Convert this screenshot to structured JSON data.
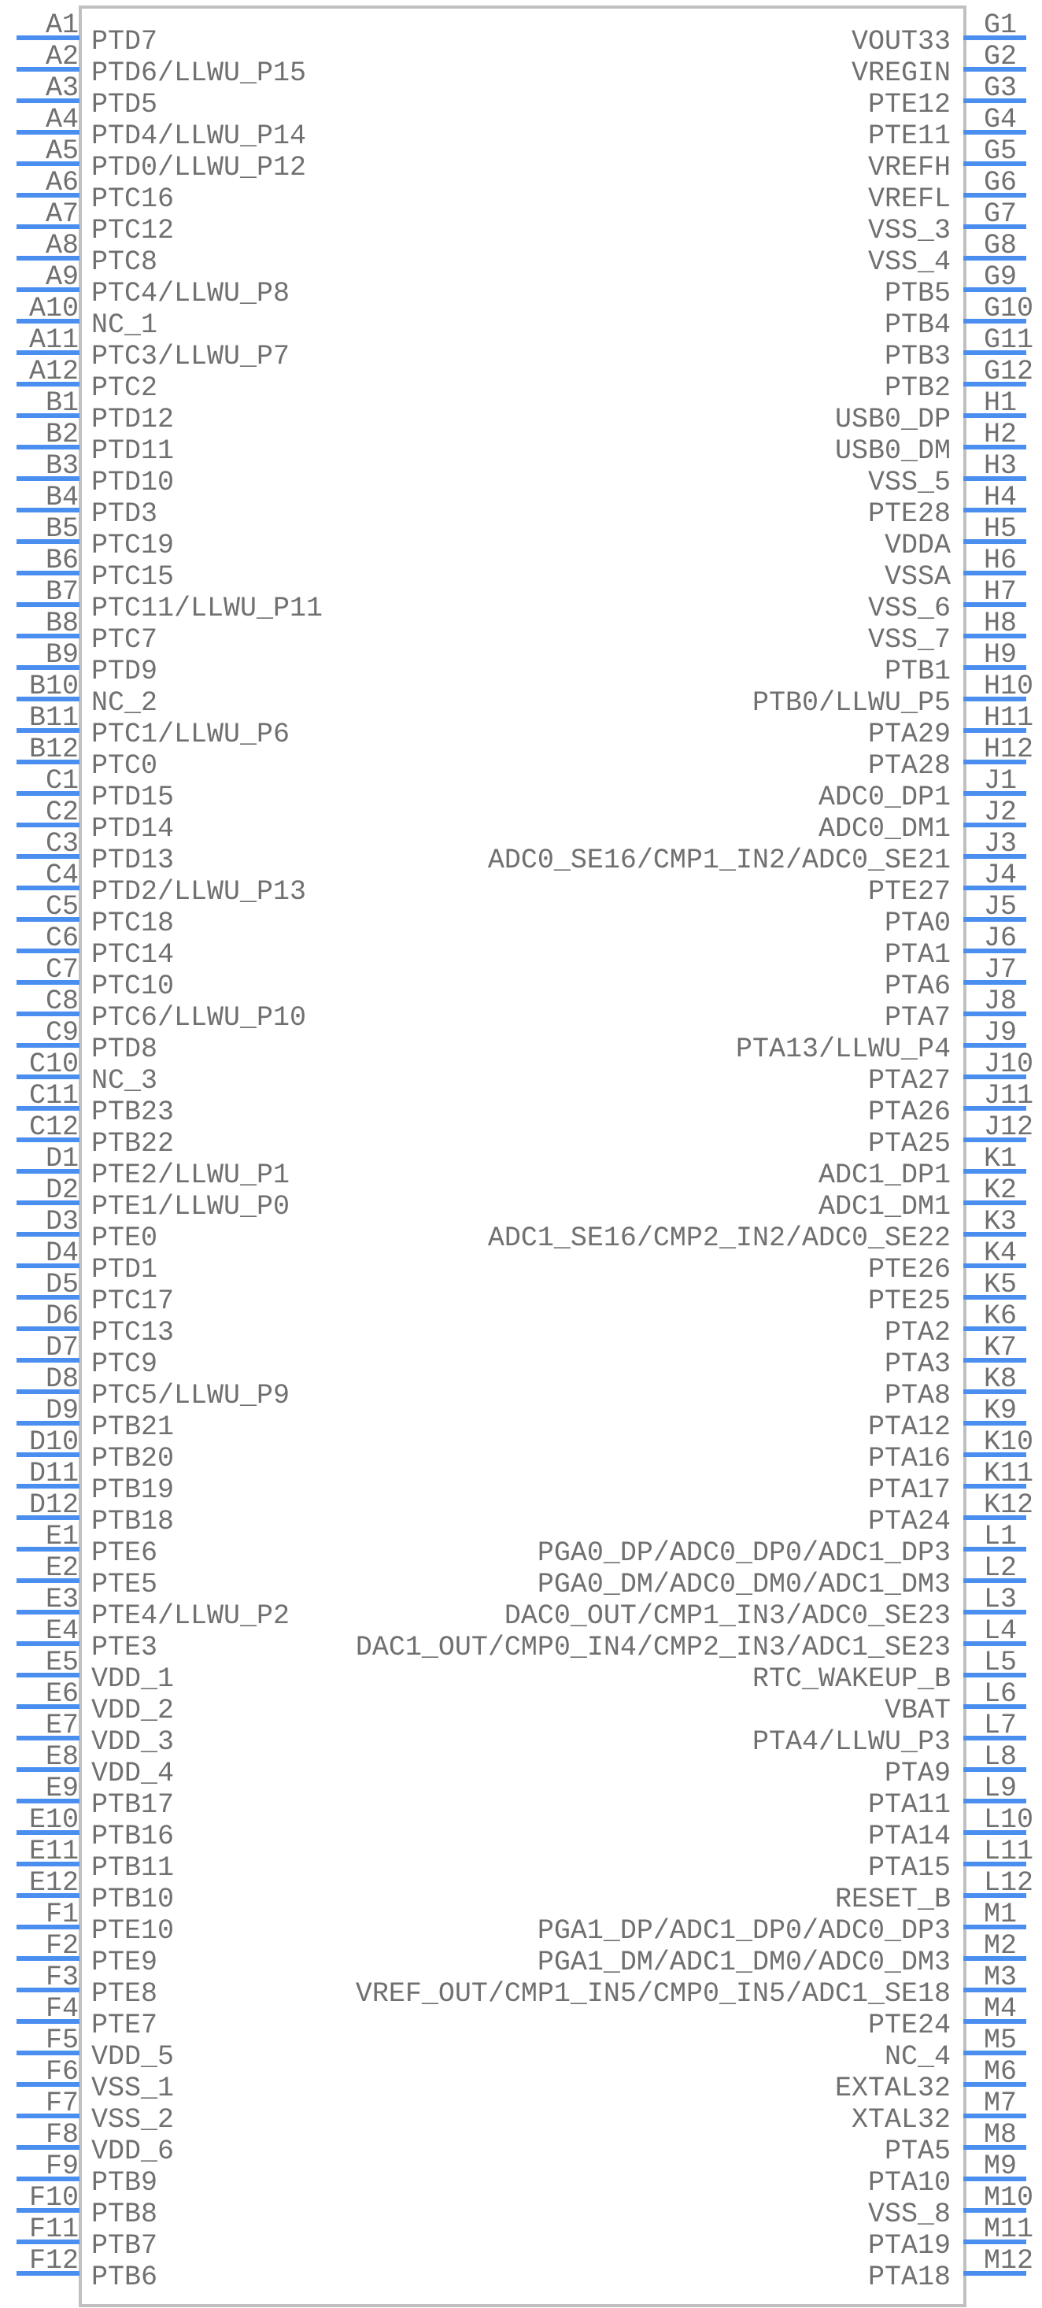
{
  "colors": {
    "pin_line": "#4a8ef0",
    "outline": "#c0c0c0",
    "text": "#707070"
  },
  "left_pins": [
    [
      "A1",
      "PTD7"
    ],
    [
      "A2",
      "PTD6/LLWU_P15"
    ],
    [
      "A3",
      "PTD5"
    ],
    [
      "A4",
      "PTD4/LLWU_P14"
    ],
    [
      "A5",
      "PTD0/LLWU_P12"
    ],
    [
      "A6",
      "PTC16"
    ],
    [
      "A7",
      "PTC12"
    ],
    [
      "A8",
      "PTC8"
    ],
    [
      "A9",
      "PTC4/LLWU_P8"
    ],
    [
      "A10",
      "NC_1"
    ],
    [
      "A11",
      "PTC3/LLWU_P7"
    ],
    [
      "A12",
      "PTC2"
    ],
    [
      "B1",
      "PTD12"
    ],
    [
      "B2",
      "PTD11"
    ],
    [
      "B3",
      "PTD10"
    ],
    [
      "B4",
      "PTD3"
    ],
    [
      "B5",
      "PTC19"
    ],
    [
      "B6",
      "PTC15"
    ],
    [
      "B7",
      "PTC11/LLWU_P11"
    ],
    [
      "B8",
      "PTC7"
    ],
    [
      "B9",
      "PTD9"
    ],
    [
      "B10",
      "NC_2"
    ],
    [
      "B11",
      "PTC1/LLWU_P6"
    ],
    [
      "B12",
      "PTC0"
    ],
    [
      "C1",
      "PTD15"
    ],
    [
      "C2",
      "PTD14"
    ],
    [
      "C3",
      "PTD13"
    ],
    [
      "C4",
      "PTD2/LLWU_P13"
    ],
    [
      "C5",
      "PTC18"
    ],
    [
      "C6",
      "PTC14"
    ],
    [
      "C7",
      "PTC10"
    ],
    [
      "C8",
      "PTC6/LLWU_P10"
    ],
    [
      "C9",
      "PTD8"
    ],
    [
      "C10",
      "NC_3"
    ],
    [
      "C11",
      "PTB23"
    ],
    [
      "C12",
      "PTB22"
    ],
    [
      "D1",
      "PTE2/LLWU_P1"
    ],
    [
      "D2",
      "PTE1/LLWU_P0"
    ],
    [
      "D3",
      "PTE0"
    ],
    [
      "D4",
      "PTD1"
    ],
    [
      "D5",
      "PTC17"
    ],
    [
      "D6",
      "PTC13"
    ],
    [
      "D7",
      "PTC9"
    ],
    [
      "D8",
      "PTC5/LLWU_P9"
    ],
    [
      "D9",
      "PTB21"
    ],
    [
      "D10",
      "PTB20"
    ],
    [
      "D11",
      "PTB19"
    ],
    [
      "D12",
      "PTB18"
    ],
    [
      "E1",
      "PTE6"
    ],
    [
      "E2",
      "PTE5"
    ],
    [
      "E3",
      "PTE4/LLWU_P2"
    ],
    [
      "E4",
      "PTE3"
    ],
    [
      "E5",
      "VDD_1"
    ],
    [
      "E6",
      "VDD_2"
    ],
    [
      "E7",
      "VDD_3"
    ],
    [
      "E8",
      "VDD_4"
    ],
    [
      "E9",
      "PTB17"
    ],
    [
      "E10",
      "PTB16"
    ],
    [
      "E11",
      "PTB11"
    ],
    [
      "E12",
      "PTB10"
    ],
    [
      "F1",
      "PTE10"
    ],
    [
      "F2",
      "PTE9"
    ],
    [
      "F3",
      "PTE8"
    ],
    [
      "F4",
      "PTE7"
    ],
    [
      "F5",
      "VDD_5"
    ],
    [
      "F6",
      "VSS_1"
    ],
    [
      "F7",
      "VSS_2"
    ],
    [
      "F8",
      "VDD_6"
    ],
    [
      "F9",
      "PTB9"
    ],
    [
      "F10",
      "PTB8"
    ],
    [
      "F11",
      "PTB7"
    ],
    [
      "F12",
      "PTB6"
    ]
  ],
  "right_pins": [
    [
      "G1",
      "VOUT33"
    ],
    [
      "G2",
      "VREGIN"
    ],
    [
      "G3",
      "PTE12"
    ],
    [
      "G4",
      "PTE11"
    ],
    [
      "G5",
      "VREFH"
    ],
    [
      "G6",
      "VREFL"
    ],
    [
      "G7",
      "VSS_3"
    ],
    [
      "G8",
      "VSS_4"
    ],
    [
      "G9",
      "PTB5"
    ],
    [
      "G10",
      "PTB4"
    ],
    [
      "G11",
      "PTB3"
    ],
    [
      "G12",
      "PTB2"
    ],
    [
      "H1",
      "USB0_DP"
    ],
    [
      "H2",
      "USB0_DM"
    ],
    [
      "H3",
      "VSS_5"
    ],
    [
      "H4",
      "PTE28"
    ],
    [
      "H5",
      "VDDA"
    ],
    [
      "H6",
      "VSSA"
    ],
    [
      "H7",
      "VSS_6"
    ],
    [
      "H8",
      "VSS_7"
    ],
    [
      "H9",
      "PTB1"
    ],
    [
      "H10",
      "PTB0/LLWU_P5"
    ],
    [
      "H11",
      "PTA29"
    ],
    [
      "H12",
      "PTA28"
    ],
    [
      "J1",
      "ADC0_DP1"
    ],
    [
      "J2",
      "ADC0_DM1"
    ],
    [
      "J3",
      "ADC0_SE16/CMP1_IN2/ADC0_SE21"
    ],
    [
      "J4",
      "PTE27"
    ],
    [
      "J5",
      "PTA0"
    ],
    [
      "J6",
      "PTA1"
    ],
    [
      "J7",
      "PTA6"
    ],
    [
      "J8",
      "PTA7"
    ],
    [
      "J9",
      "PTA13/LLWU_P4"
    ],
    [
      "J10",
      "PTA27"
    ],
    [
      "J11",
      "PTA26"
    ],
    [
      "J12",
      "PTA25"
    ],
    [
      "K1",
      "ADC1_DP1"
    ],
    [
      "K2",
      "ADC1_DM1"
    ],
    [
      "K3",
      "ADC1_SE16/CMP2_IN2/ADC0_SE22"
    ],
    [
      "K4",
      "PTE26"
    ],
    [
      "K5",
      "PTE25"
    ],
    [
      "K6",
      "PTA2"
    ],
    [
      "K7",
      "PTA3"
    ],
    [
      "K8",
      "PTA8"
    ],
    [
      "K9",
      "PTA12"
    ],
    [
      "K10",
      "PTA16"
    ],
    [
      "K11",
      "PTA17"
    ],
    [
      "K12",
      "PTA24"
    ],
    [
      "L1",
      "PGA0_DP/ADC0_DP0/ADC1_DP3"
    ],
    [
      "L2",
      "PGA0_DM/ADC0_DM0/ADC1_DM3"
    ],
    [
      "L3",
      "DAC0_OUT/CMP1_IN3/ADC0_SE23"
    ],
    [
      "L4",
      "DAC1_OUT/CMP0_IN4/CMP2_IN3/ADC1_SE23"
    ],
    [
      "L5",
      "RTC_WAKEUP_B"
    ],
    [
      "L6",
      "VBAT"
    ],
    [
      "L7",
      "PTA4/LLWU_P3"
    ],
    [
      "L8",
      "PTA9"
    ],
    [
      "L9",
      "PTA11"
    ],
    [
      "L10",
      "PTA14"
    ],
    [
      "L11",
      "PTA15"
    ],
    [
      "L12",
      "RESET_B"
    ],
    [
      "M1",
      "PGA1_DP/ADC1_DP0/ADC0_DP3"
    ],
    [
      "M2",
      "PGA1_DM/ADC1_DM0/ADC0_DM3"
    ],
    [
      "M3",
      "VREF_OUT/CMP1_IN5/CMP0_IN5/ADC1_SE18"
    ],
    [
      "M4",
      "PTE24"
    ],
    [
      "M5",
      "NC_4"
    ],
    [
      "M6",
      "EXTAL32"
    ],
    [
      "M7",
      "XTAL32"
    ],
    [
      "M8",
      "PTA5"
    ],
    [
      "M9",
      "PTA10"
    ],
    [
      "M10",
      "VSS_8"
    ],
    [
      "M11",
      "PTA19"
    ],
    [
      "M12",
      "PTA18"
    ]
  ]
}
